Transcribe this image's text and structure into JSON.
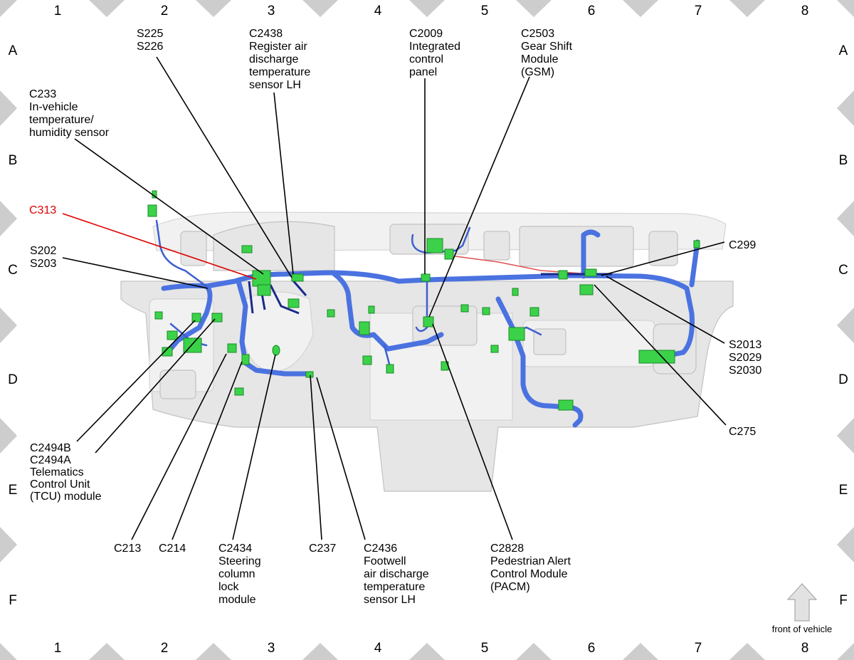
{
  "grid": {
    "columns": [
      "1",
      "2",
      "3",
      "4",
      "5",
      "6",
      "7",
      "8"
    ],
    "rows": [
      "A",
      "B",
      "C",
      "D",
      "E",
      "F"
    ]
  },
  "orientation": {
    "arrow_icon": "up-arrow-icon",
    "label": "front of vehicle"
  },
  "callouts": {
    "s225_s226": [
      "S225",
      "S226"
    ],
    "c2438": [
      "C2438",
      "Register air",
      "discharge",
      "temperature",
      "sensor LH"
    ],
    "c2009": [
      "C2009",
      "Integrated",
      "control",
      "panel"
    ],
    "c2503": [
      "C2503",
      "Gear Shift",
      "Module",
      "(GSM)"
    ],
    "c233": [
      "C233",
      "In-vehicle",
      "temperature/",
      "humidity sensor"
    ],
    "c313": [
      "C313"
    ],
    "s202_s203": [
      "S202",
      "S203"
    ],
    "c299": [
      "C299"
    ],
    "s2013": [
      "S2013",
      "S2029",
      "S2030"
    ],
    "c275": [
      "C275"
    ],
    "c2494": [
      "C2494B",
      "C2494A",
      "Telematics",
      "Control Unit",
      "(TCU) module"
    ],
    "c213": [
      "C213"
    ],
    "c214": [
      "C214"
    ],
    "c2434": [
      "C2434",
      "Steering",
      "column",
      "lock",
      "module"
    ],
    "c237": [
      "C237"
    ],
    "c2436": [
      "C2436",
      "Footwell",
      "air discharge",
      "temperature",
      "sensor LH"
    ],
    "c2828": [
      "C2828",
      "Pedestrian Alert",
      "Control Module",
      "(PACM)"
    ]
  },
  "colors": {
    "highlight": "#e00000",
    "harness": "#4a72e0",
    "connector": "#3bd24a",
    "grid_marker": "#cdcdcd"
  }
}
